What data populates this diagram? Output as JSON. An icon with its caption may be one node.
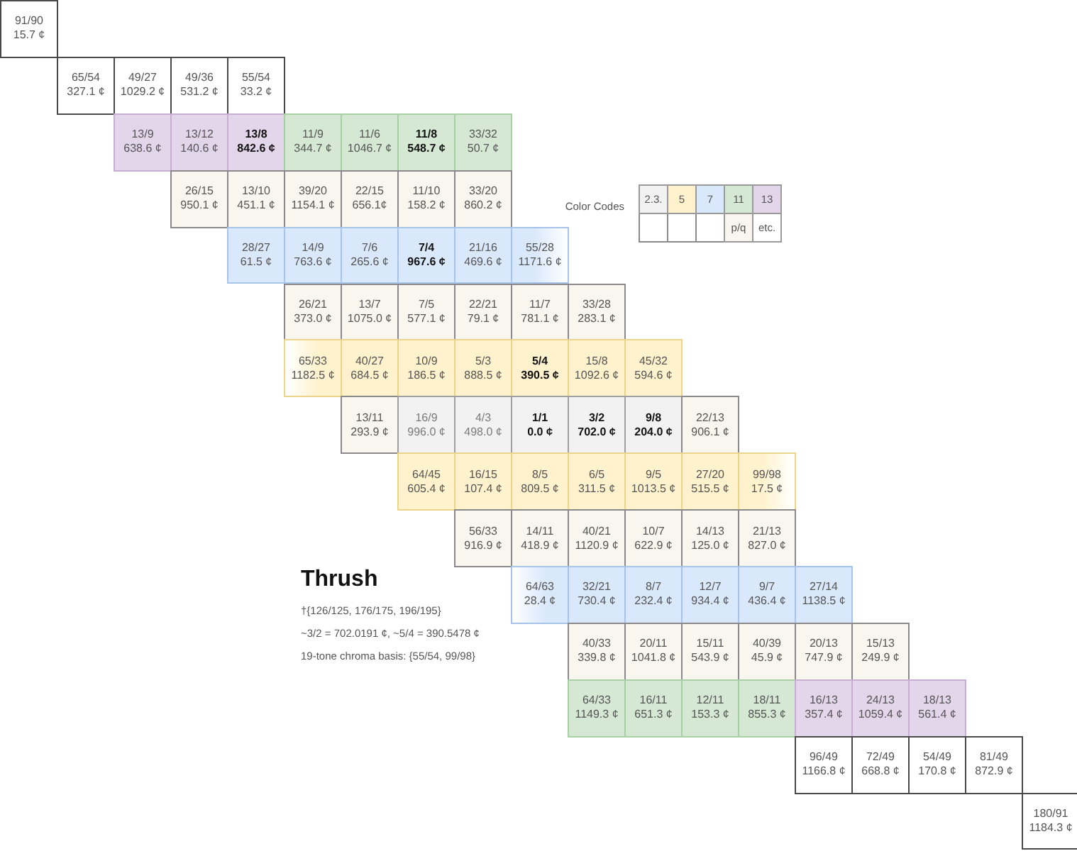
{
  "diagram": {
    "title": "Thrush",
    "nodes": [
      {
        "text": [
          "91/90",
          "15.7 ¢"
        ]
      },
      {
        "text": [
          "65/54",
          "327.1 ¢"
        ]
      },
      {
        "text": [
          "49/27",
          "1029.2 ¢"
        ]
      },
      {
        "text": [
          "49/36",
          "531.2 ¢"
        ]
      },
      {
        "text": [
          "55/54",
          "33.2 ¢"
        ]
      },
      {
        "text": [
          "13/9",
          "638.6 ¢"
        ]
      },
      {
        "text": [
          "13/12",
          "140.6 ¢"
        ]
      },
      {
        "text": [
          "13/8",
          "842.6 ¢"
        ]
      },
      {
        "text": [
          "11/9",
          "344.7 ¢"
        ]
      },
      {
        "text": [
          "11/6",
          "1046.7 ¢"
        ]
      },
      {
        "text": [
          "11/8",
          "548.7 ¢"
        ]
      },
      {
        "text": [
          "33/32",
          "50.7 ¢"
        ]
      },
      {
        "text": [
          "26/15",
          "950.1 ¢"
        ]
      },
      {
        "text": [
          "13/10",
          "451.1 ¢"
        ]
      },
      {
        "text": [
          "39/20",
          "1154.1 ¢"
        ]
      },
      {
        "text": [
          "22/15",
          "656.1¢"
        ]
      },
      {
        "text": [
          "11/10",
          "158.2 ¢"
        ]
      },
      {
        "text": [
          "33/20",
          "860.2 ¢"
        ]
      },
      {
        "text": [
          "28/27",
          "61.5 ¢"
        ]
      },
      {
        "text": [
          "14/9",
          "763.6 ¢"
        ]
      },
      {
        "text": [
          "7/6",
          "265.6 ¢"
        ]
      },
      {
        "text": [
          "7/4",
          "967.6 ¢"
        ]
      },
      {
        "text": [
          "21/16",
          "469.6 ¢"
        ]
      },
      {
        "text": [
          "55/28",
          "1171.6 ¢"
        ]
      },
      {
        "text": [
          "26/21",
          "373.0 ¢"
        ]
      },
      {
        "text": [
          "13/7",
          "1075.0 ¢"
        ]
      },
      {
        "text": [
          "7/5",
          "577.1 ¢"
        ]
      },
      {
        "text": [
          "22/21",
          "79.1 ¢"
        ]
      },
      {
        "text": [
          "11/7",
          "781.1 ¢"
        ]
      },
      {
        "text": [
          "33/28",
          "283.1 ¢"
        ]
      },
      {
        "text": [
          "65/33",
          "1182.5 ¢"
        ]
      },
      {
        "text": [
          "40/27",
          "684.5 ¢"
        ]
      },
      {
        "text": [
          "10/9",
          "186.5 ¢"
        ]
      },
      {
        "text": [
          "5/3",
          "888.5 ¢"
        ]
      },
      {
        "text": [
          "5/4",
          "390.5 ¢"
        ]
      },
      {
        "text": [
          "15/8",
          "1092.6 ¢"
        ]
      },
      {
        "text": [
          "45/32",
          "594.6 ¢"
        ]
      },
      {
        "text": [
          "13/11",
          "293.9 ¢"
        ]
      },
      {
        "text": [
          "16/9",
          "996.0 ¢"
        ]
      },
      {
        "text": [
          "4/3",
          "498.0 ¢"
        ]
      },
      {
        "text": [
          "1/1",
          "0.0 ¢"
        ]
      },
      {
        "text": [
          "3/2",
          "702.0 ¢"
        ]
      },
      {
        "text": [
          "9/8",
          "204.0 ¢"
        ]
      },
      {
        "text": [
          "22/13",
          "906.1 ¢"
        ]
      },
      {
        "text": [
          "64/45",
          "605.4 ¢"
        ]
      },
      {
        "text": [
          "16/15",
          "107.4 ¢"
        ]
      },
      {
        "text": [
          "8/5",
          "809.5 ¢"
        ]
      },
      {
        "text": [
          "6/5",
          "311.5 ¢"
        ]
      },
      {
        "text": [
          "9/5",
          "1013.5 ¢"
        ]
      },
      {
        "text": [
          "27/20",
          "515.5 ¢"
        ]
      },
      {
        "text": [
          "99/98",
          "17.5 ¢"
        ]
      },
      {
        "text": [
          "56/33",
          "916.9 ¢"
        ]
      },
      {
        "text": [
          "14/11",
          "418.9 ¢"
        ]
      },
      {
        "text": [
          "40/21",
          "1120.9 ¢"
        ]
      },
      {
        "text": [
          "10/7",
          "622.9 ¢"
        ]
      },
      {
        "text": [
          "14/13",
          "125.0 ¢"
        ]
      },
      {
        "text": [
          "21/13",
          "827.0 ¢"
        ]
      },
      {
        "text": [
          "64/63",
          "28.4 ¢"
        ]
      },
      {
        "text": [
          "32/21",
          "730.4 ¢"
        ]
      },
      {
        "text": [
          "8/7",
          "232.4 ¢"
        ]
      },
      {
        "text": [
          "12/7",
          "934.4 ¢"
        ]
      },
      {
        "text": [
          "9/7",
          "436.4 ¢"
        ]
      },
      {
        "text": [
          "27/14",
          "1138.5 ¢"
        ]
      },
      {
        "text": [
          "40/33",
          "339.8 ¢"
        ]
      },
      {
        "text": [
          "20/11",
          "1041.8 ¢"
        ]
      },
      {
        "text": [
          "15/11",
          "543.9 ¢"
        ]
      },
      {
        "text": [
          "40/39",
          "45.9 ¢"
        ]
      },
      {
        "text": [
          "20/13",
          "747.9 ¢"
        ]
      },
      {
        "text": [
          "15/13",
          "249.9 ¢"
        ]
      },
      {
        "text": [
          "64/33",
          "1149.3 ¢"
        ]
      },
      {
        "text": [
          "16/11",
          "651.3 ¢"
        ]
      },
      {
        "text": [
          "12/11",
          "153.3 ¢"
        ]
      },
      {
        "text": [
          "18/11",
          "855.3 ¢"
        ]
      },
      {
        "text": [
          "16/13",
          "357.4 ¢"
        ]
      },
      {
        "text": [
          "24/13",
          "1059.4 ¢"
        ]
      },
      {
        "text": [
          "18/13",
          "561.4 ¢"
        ]
      },
      {
        "text": [
          "96/49",
          "1166.8 ¢"
        ]
      },
      {
        "text": [
          "72/49",
          "668.8 ¢"
        ]
      },
      {
        "text": [
          "54/49",
          "170.8 ¢"
        ]
      },
      {
        "text": [
          "81/49",
          "872.9 ¢"
        ]
      },
      {
        "text": [
          "180/91",
          "1184.3 ¢"
        ]
      }
    ],
    "labels": [
      "Color Codes",
      "†{126/125, 176/175, 196/195}",
      "~3/2 = 702.0191 ¢, ~5/4 = 390.5478 ¢",
      "19-tone chroma basis: {55/54, 99/98}"
    ],
    "legend": [
      {
        "text": "2.3.",
        "color": "#f2f2f2"
      },
      {
        "text": "5",
        "color": "#fff2cc"
      },
      {
        "text": "7",
        "color": "#dae8fc"
      },
      {
        "text": "11",
        "color": "#d5e8d4"
      },
      {
        "text": "13",
        "color": "#e4d6ea"
      },
      {
        "text": "p/q",
        "color": "#f8f6ee"
      },
      {
        "text": "etc.",
        "color": "#ffffff"
      }
    ]
  }
}
